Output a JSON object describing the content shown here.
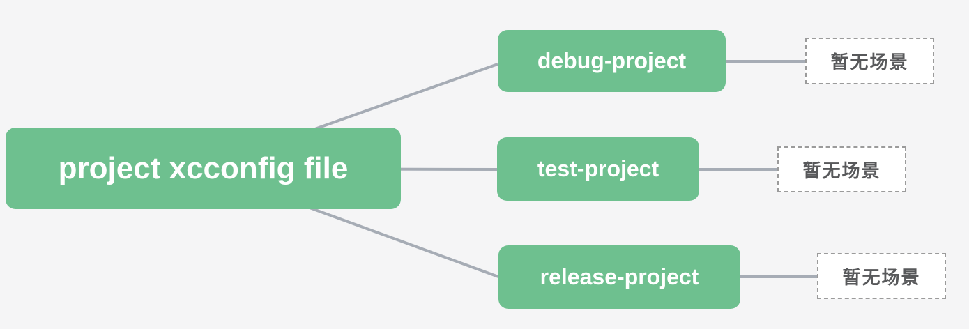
{
  "diagram": {
    "type": "mindmap",
    "root": {
      "label": "project xcconfig file"
    },
    "children": [
      {
        "label": "debug-project",
        "empty_label": "暂无场景"
      },
      {
        "label": "test-project",
        "empty_label": "暂无场景"
      },
      {
        "label": "release-project",
        "empty_label": "暂无场景"
      }
    ]
  },
  "colors": {
    "canvas_bg": "#f5f5f6",
    "node_green": "#6ec08f",
    "node_text": "#ffffff",
    "line": "#a6acb5",
    "dashed_border": "#9b9b9b",
    "empty_bg": "#ffffff",
    "empty_text": "#58595b"
  }
}
